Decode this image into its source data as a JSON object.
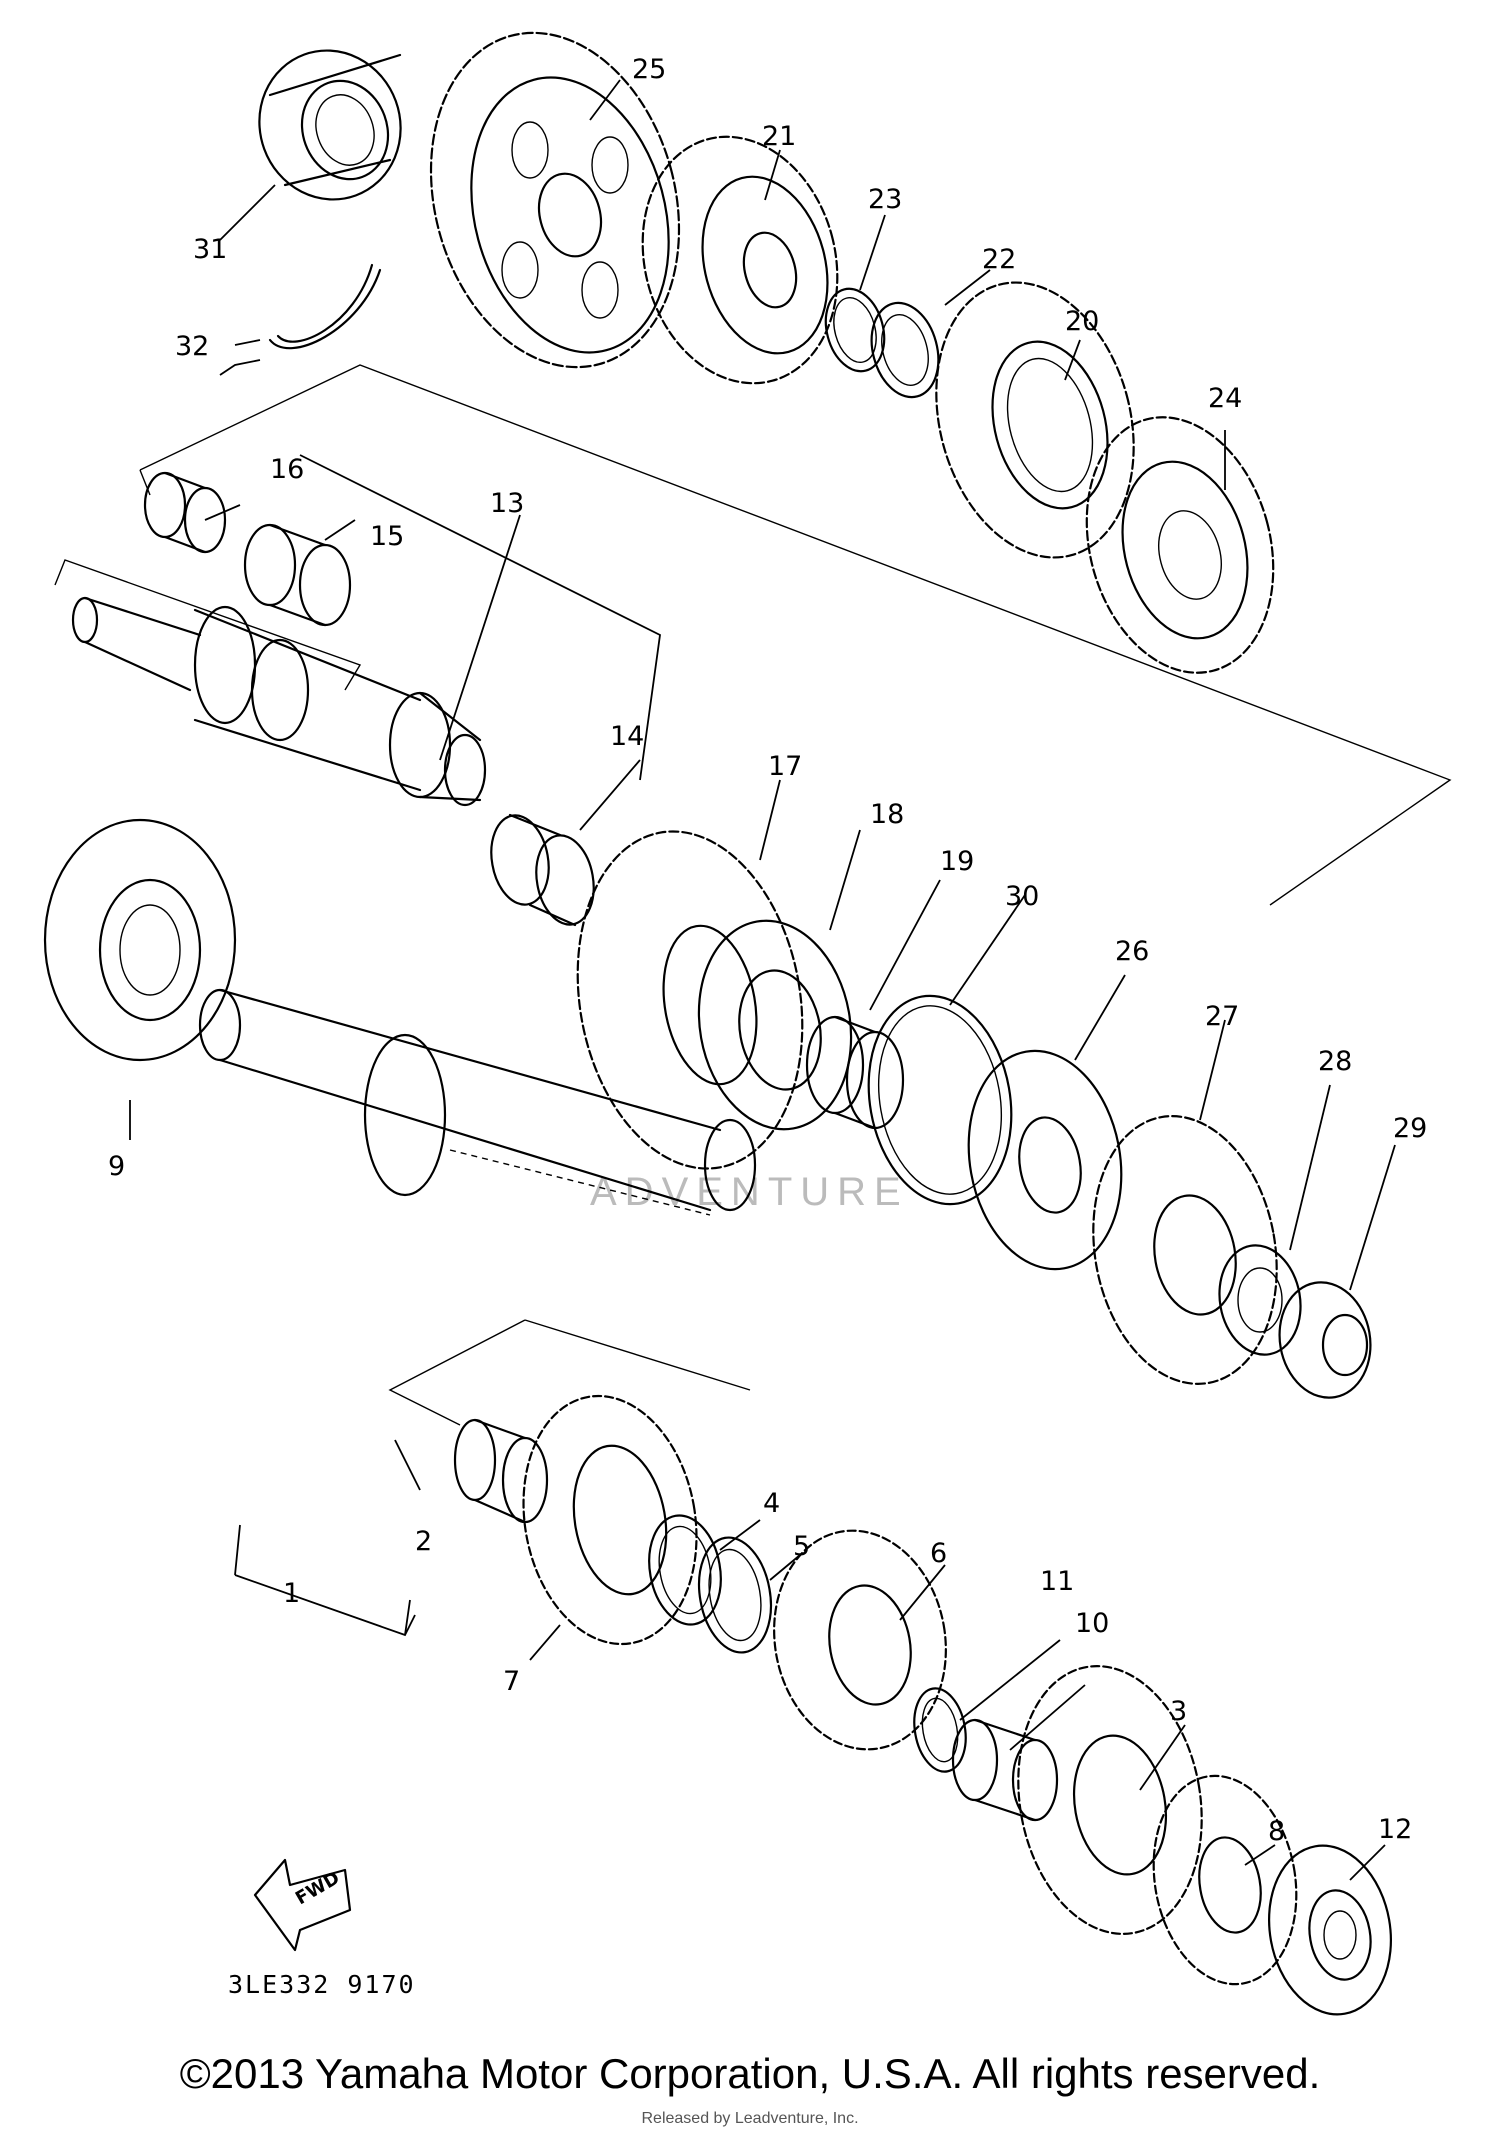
{
  "diagram": {
    "callouts": [
      "1",
      "2",
      "3",
      "4",
      "5",
      "6",
      "7",
      "8",
      "9",
      "10",
      "11",
      "12",
      "13",
      "14",
      "15",
      "16",
      "17",
      "18",
      "19",
      "20",
      "21",
      "22",
      "23",
      "24",
      "25",
      "26",
      "27",
      "28",
      "29",
      "30",
      "31",
      "32"
    ],
    "fwd_label": "FWD",
    "drawing_code": "3LE332 9170",
    "background_watermark": "ADVENTURE"
  },
  "footer": {
    "copyright": "©2013 Yamaha Motor Corporation, U.S.A. All rights reserved.",
    "overlay_text": "Released by Leadventure, Inc."
  }
}
